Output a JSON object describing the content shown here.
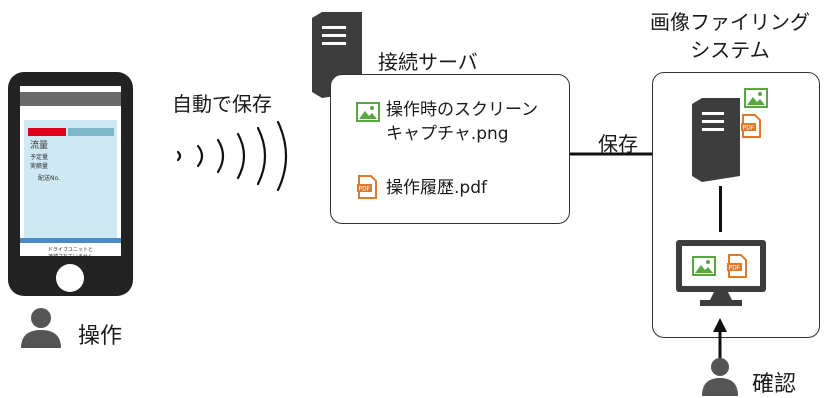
{
  "operator": {
    "action_label": "操作"
  },
  "auto_save": {
    "label": "自動で保存"
  },
  "phone": {
    "screen_main": "流量",
    "screen_rows": [
      "予定量",
      "実績量"
    ],
    "screen_search": "配送No.",
    "screen_footer": "ドライブユニットと\n接続されていません"
  },
  "connection_server": {
    "title": "接続サーバ",
    "files": [
      {
        "name": "操作時のスクリーン\nキャプチャ.png",
        "icon": "image-icon"
      },
      {
        "name": "操作履歴.pdf",
        "icon": "pdf-icon"
      }
    ]
  },
  "save_arrow": {
    "label": "保存"
  },
  "filing_system": {
    "title": "画像ファイリング\nシステム"
  },
  "viewer": {
    "action_label": "確認"
  },
  "colors": {
    "outline": "#333333",
    "image_icon": "#5aa642",
    "pdf_icon": "#e07a2a",
    "server_dark": "#4a4a4a",
    "phone_screen": "#cfe9f4"
  }
}
